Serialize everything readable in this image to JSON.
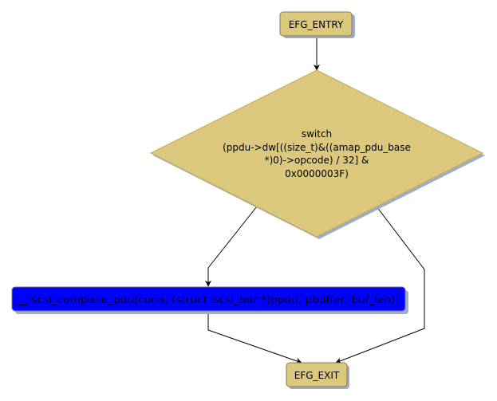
{
  "diagram": {
    "type": "flowchart",
    "nodes": [
      {
        "id": "entry",
        "label": "EFG_ENTRY",
        "shape": "rounded-rect",
        "fill": "#dbc87d"
      },
      {
        "id": "switch",
        "label_lines": [
          "switch",
          "(ppdu->dw[((size_t)&((amap_pdu_base",
          "*)0)->opcode) / 32] &",
          "0x0000003F)"
        ],
        "shape": "diamond",
        "fill": "#dbc87d"
      },
      {
        "id": "call",
        "label": "__iscsi_complete_pdu(conn, (struct iscsi_hdr *)ppdu, pbuffer, buf_len);",
        "shape": "rounded-rect",
        "fill": "#0000ff"
      },
      {
        "id": "exit",
        "label": "EFG_EXIT",
        "shape": "rounded-rect",
        "fill": "#dbc87d"
      }
    ],
    "edges": [
      {
        "from": "entry",
        "to": "switch"
      },
      {
        "from": "switch",
        "to": "call"
      },
      {
        "from": "switch",
        "to": "exit"
      },
      {
        "from": "call",
        "to": "exit"
      }
    ],
    "colors": {
      "shadow": "#9fabc8",
      "border": "#8a7a4a",
      "edge": "#000000"
    }
  }
}
